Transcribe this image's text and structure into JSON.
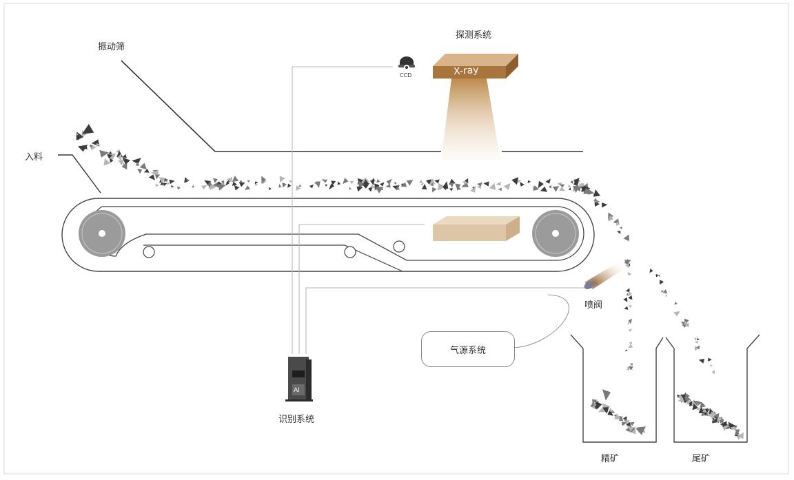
{
  "labels": {
    "vibrating_screen": "振动筛",
    "feed": "入料",
    "detection_system": "探测系统",
    "xray": "X-ray",
    "ccd": "CCD",
    "air_valve": "喷阀",
    "air_source_system": "气源系统",
    "recognition_system": "识别系统",
    "ai": "AI",
    "concentrate": "精矿",
    "tailings": "尾矿"
  },
  "colors": {
    "line": "#333333",
    "belt": "#444444",
    "xray_box": "#a8753f",
    "xray_top": "#d9b48a",
    "xray_beam": "#c9955a",
    "receiver_box": "#dcc6a6",
    "ore_dark": "#3b3b3b",
    "ore_mid": "#7a7a7a",
    "ore_light": "#b5b5b5"
  }
}
